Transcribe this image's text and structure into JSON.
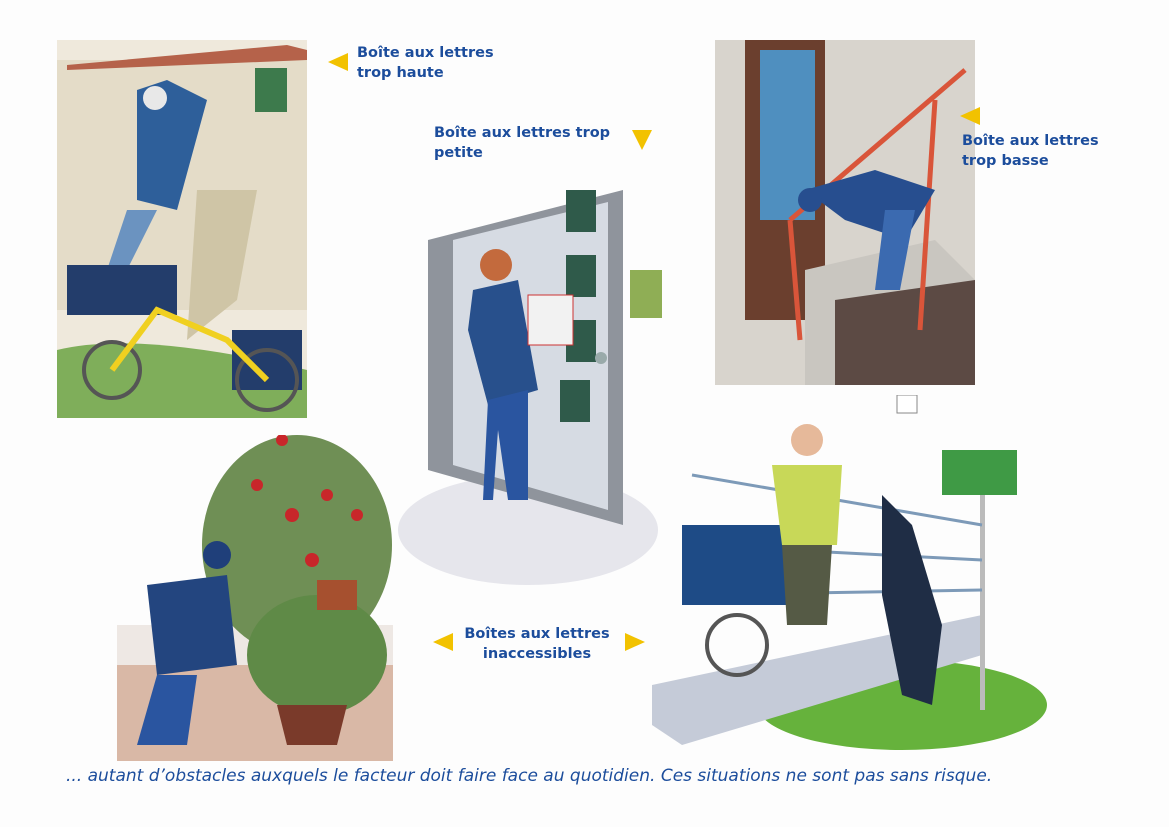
{
  "labels": {
    "too_high": [
      "Boîte aux lettres",
      "trop haute"
    ],
    "too_small": [
      "Boîte aux lettres trop",
      "petite"
    ],
    "too_low": [
      "Boîte aux lettres",
      "trop basse"
    ],
    "inaccessible": [
      "Boîtes aux lettres",
      "inaccessibles"
    ]
  },
  "caption": "... autant d’obstacles auxquels le facteur doit faire face au quotidien. Ces situations ne sont pas sans risque.",
  "colors": {
    "text": "#1c4d9c",
    "arrow": "#f2c200"
  }
}
